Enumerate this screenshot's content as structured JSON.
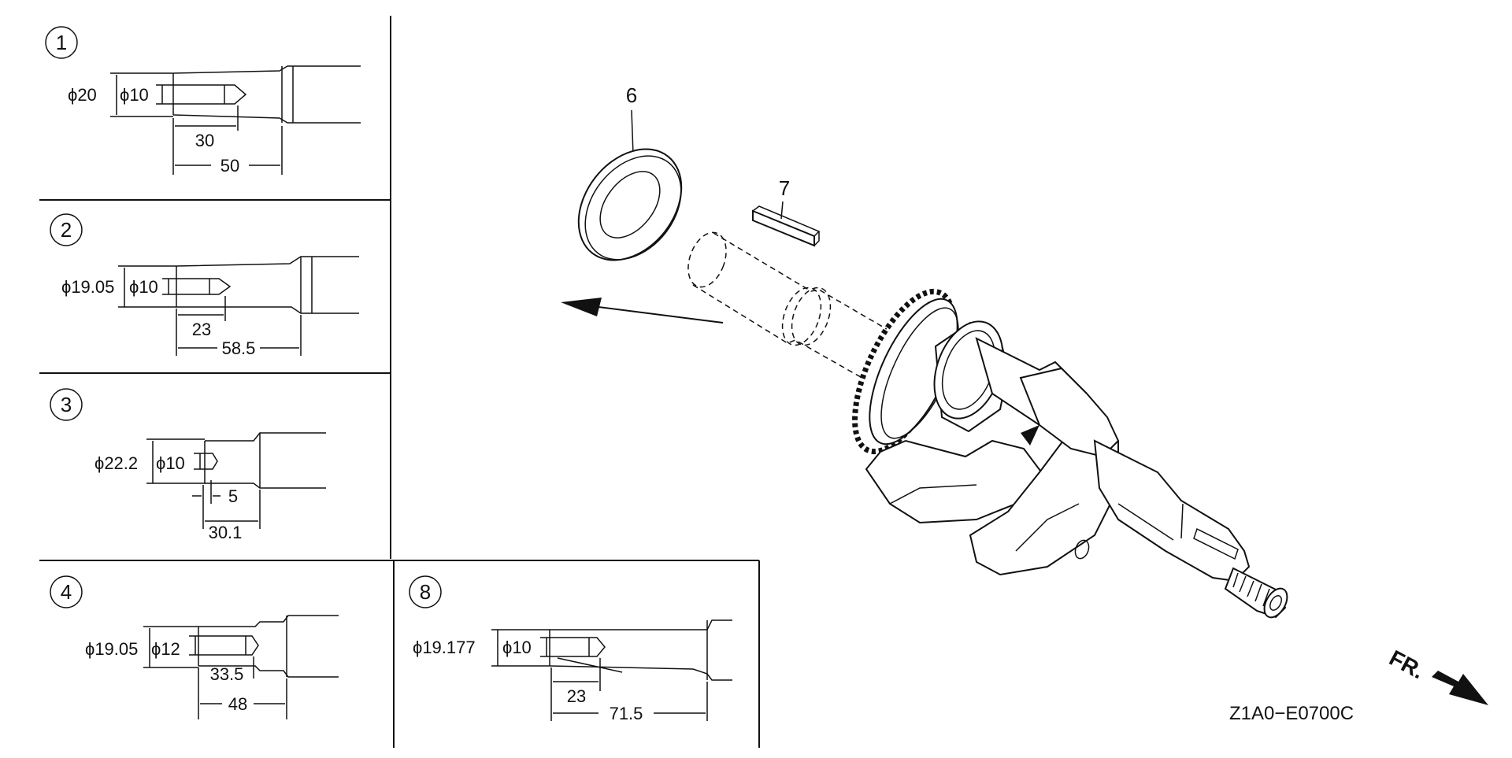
{
  "panels": [
    {
      "label": "1",
      "outer_dia": "ϕ20",
      "inner_dia": "ϕ10",
      "short_len": "30",
      "long_len": "50"
    },
    {
      "label": "2",
      "outer_dia": "ϕ19.05",
      "inner_dia": "ϕ10",
      "short_len": "23",
      "long_len": "58.5"
    },
    {
      "label": "3",
      "outer_dia": "ϕ22.2",
      "inner_dia": "ϕ10",
      "short_len": "5",
      "long_len": "30.1"
    },
    {
      "label": "4",
      "outer_dia": "ϕ19.05",
      "inner_dia": "ϕ12",
      "short_len": "33.5",
      "long_len": "48"
    },
    {
      "label": "8",
      "outer_dia": "ϕ19.177",
      "inner_dia": "ϕ10",
      "short_len": "23",
      "long_len": "71.5"
    }
  ],
  "parts": {
    "washer": "6",
    "key": "7"
  },
  "direction_label": "FR.",
  "diagram_code": "Z1A0−E0700C"
}
